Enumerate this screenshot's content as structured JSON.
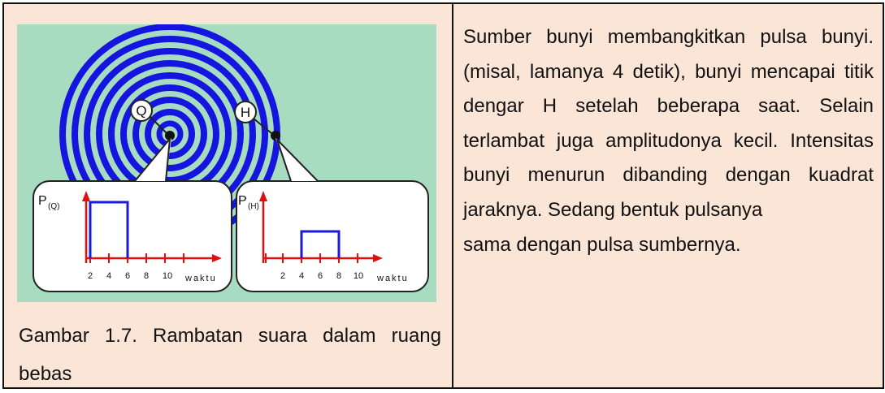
{
  "figure": {
    "source_left_label": "Q",
    "source_right_label": "H",
    "chart_left_ylabel": "P",
    "chart_left_ylabel_sub": "(Q)",
    "chart_right_ylabel": "P",
    "chart_right_ylabel_sub": "(H)",
    "x_ticks": [
      "2",
      "4",
      "6",
      "8",
      "10"
    ],
    "xlabel": "waktu",
    "colors": {
      "background": "#a8dcc0",
      "wave": "#1515e0",
      "pulse": "#1a1ad8",
      "axis": "#e01010"
    }
  },
  "chart_data": [
    {
      "type": "line",
      "title": "",
      "xlabel": "waktu",
      "ylabel": "P(Q)",
      "x_ticks": [
        2,
        4,
        6,
        8,
        10
      ],
      "pulse_start": 2,
      "pulse_end": 6,
      "amplitude": "large"
    },
    {
      "type": "line",
      "title": "",
      "xlabel": "waktu",
      "ylabel": "P(H)",
      "x_ticks": [
        2,
        4,
        6,
        8,
        10
      ],
      "pulse_start": 4,
      "pulse_end": 8,
      "amplitude": "small"
    }
  ],
  "caption": "Gambar 1.7. Rambatan suara dalam ruang bebas",
  "description": "Sumber bunyi membangkitkan pulsa bunyi. (misal, lamanya 4 detik), bunyi mencapai titik dengar H setelah beberapa saat. Selain terlambat juga amplitudonya kecil. Intensitas bunyi menurun dibanding dengan kuadrat jaraknya. Sedang bentuk pulsanya",
  "description_last_line": "sama dengan pulsa sumbernya."
}
